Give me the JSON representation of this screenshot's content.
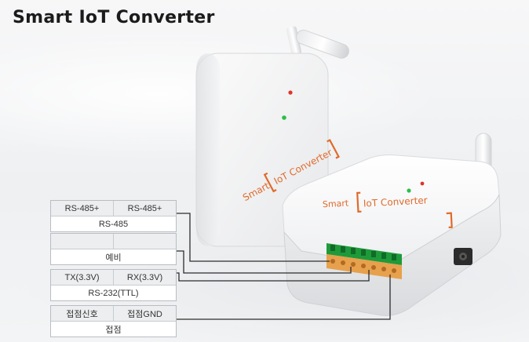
{
  "title": "Smart IoT Converter",
  "device_brand": {
    "smart": "Smart",
    "iot_converter": "IoT Converter"
  },
  "groups": [
    {
      "cells": [
        "RS-485+",
        "RS-485+"
      ],
      "label": "RS-485"
    },
    {
      "cells": [
        "",
        ""
      ],
      "label": "예비"
    },
    {
      "cells": [
        "TX(3.3V)",
        "RX(3.3V)"
      ],
      "label": "RS-232(TTL)"
    },
    {
      "cells": [
        "접점신호",
        "접점GND"
      ],
      "label": "접점"
    }
  ],
  "colors": {
    "brand_orange": "#e06a2b",
    "led_red": "#e0332b",
    "led_green": "#2bbf48",
    "terminal_green": "#1f9a3a",
    "terminal_orange": "#e7a04c"
  }
}
